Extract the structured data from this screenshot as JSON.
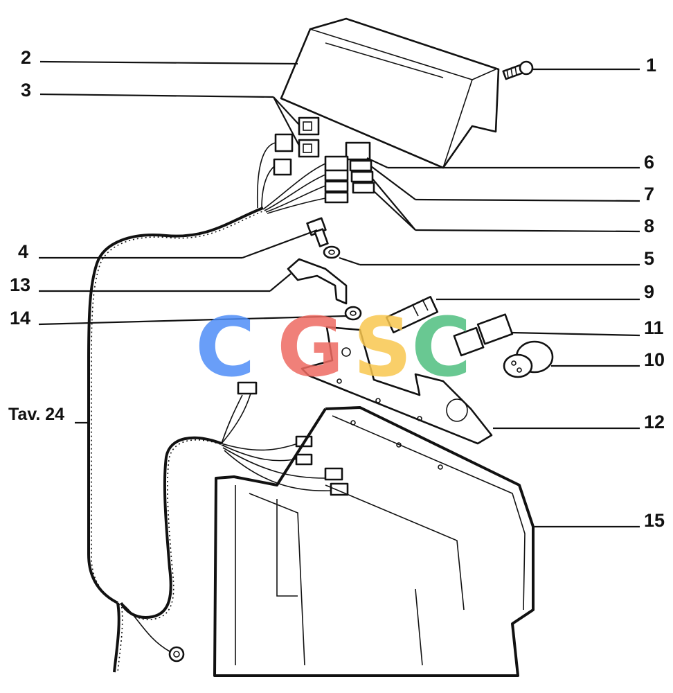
{
  "callouts": {
    "c1": "1",
    "c2": "2",
    "c3": "3",
    "c4": "4",
    "c5": "5",
    "c6": "6",
    "c7": "7",
    "c8": "8",
    "c9": "9",
    "c10": "10",
    "c11": "11",
    "c12": "12",
    "c13": "13",
    "c14": "14",
    "c15": "15"
  },
  "reference": "Tav. 24",
  "watermark": {
    "letters": [
      "C",
      "G",
      "S",
      "C"
    ],
    "colors": [
      "#4f8ef7",
      "#ee6b62",
      "#f9c74f",
      "#4fbf7f"
    ]
  }
}
